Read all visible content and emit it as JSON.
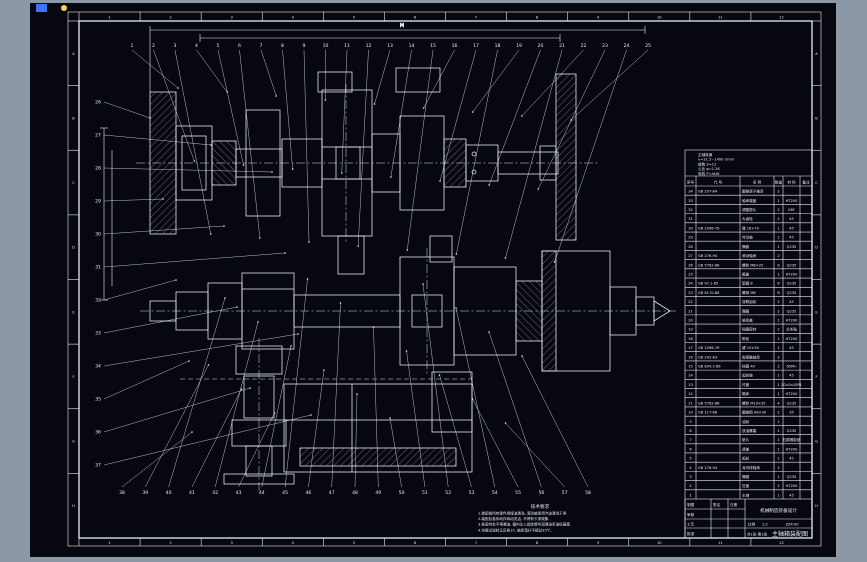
{
  "app": {
    "background_color": "#8d98a6",
    "canvas_color": "#07080f",
    "line_color": "#e8edf6"
  },
  "frame": {
    "zone_numbers": [
      "1",
      "2",
      "3",
      "4",
      "5",
      "6",
      "7",
      "8",
      "9",
      "10",
      "11",
      "12"
    ],
    "zone_letters": [
      "A",
      "B",
      "C",
      "D",
      "E",
      "F",
      "G",
      "H"
    ]
  },
  "dims": {
    "top_label": "M"
  },
  "balloons": {
    "top": [
      "1",
      "2",
      "3",
      "4",
      "5",
      "6",
      "7",
      "8",
      "9",
      "10",
      "11",
      "12",
      "13",
      "14",
      "15",
      "16",
      "17",
      "18",
      "19",
      "20",
      "21",
      "22",
      "23",
      "24",
      "25"
    ],
    "left": [
      "26",
      "27",
      "28",
      "29",
      "30",
      "31",
      "32",
      "33",
      "34",
      "35",
      "36",
      "37"
    ],
    "bottom": [
      "38",
      "39",
      "40",
      "41",
      "42",
      "43",
      "44",
      "45",
      "46",
      "47",
      "48",
      "49",
      "50",
      "51",
      "52",
      "53",
      "54",
      "55",
      "56",
      "57",
      "58"
    ]
  },
  "notes": {
    "title": "技术要求",
    "lines": [
      "1.装配前所有零件用煤油清洗, 滚动轴承用汽油清洗干净.",
      "2.装配后各传动件转动灵活, 不得有卡滞现象.",
      "3.各密封处不得漏油, 箱内注入规定牌号润滑油至油标高度.",
      "4.空载试运转正反各1h, 轴承温升不超过35℃."
    ]
  },
  "bom": {
    "spec_lines": [
      "主轴转速",
      "n=31.5~1400 r/min",
      "级数 Z=12",
      "公比 φ=1.26",
      "电机 P=4kW"
    ],
    "header": [
      "序号",
      "代  号",
      "名  称",
      "数量",
      "材 料",
      "备注"
    ],
    "rows": [
      [
        "34",
        "GB 297-84",
        "圆锥滚子轴承",
        "2",
        "",
        ""
      ],
      [
        "33",
        "",
        "轴承端盖",
        "1",
        "HT200",
        ""
      ],
      [
        "32",
        "",
        "调整垫片",
        "2",
        "08F",
        ""
      ],
      [
        "31",
        "",
        "大齿轮",
        "1",
        "45",
        ""
      ],
      [
        "30",
        "GB 1096-79",
        "键 16×70",
        "1",
        "45",
        ""
      ],
      [
        "29",
        "",
        "传动轴",
        "1",
        "45",
        ""
      ],
      [
        "28",
        "",
        "隔套",
        "1",
        "Q235",
        ""
      ],
      [
        "27",
        "GB 276-94",
        "滚动轴承",
        "2",
        "",
        ""
      ],
      [
        "26",
        "GB 5782-86",
        "螺栓 M8×25",
        "6",
        "Q235",
        ""
      ],
      [
        "25",
        "",
        "箱盖",
        "1",
        "HT200",
        ""
      ],
      [
        "24",
        "GB 97.1-85",
        "垫圈 8",
        "6",
        "Q235",
        ""
      ],
      [
        "23",
        "GB 6170-86",
        "螺母 M8",
        "6",
        "Q235",
        ""
      ],
      [
        "22",
        "",
        "双联齿轮",
        "1",
        "45",
        ""
      ],
      [
        "21",
        "",
        "隔圈",
        "2",
        "Q235",
        ""
      ],
      [
        "20",
        "",
        "轴承盖",
        "1",
        "HT200",
        ""
      ],
      [
        "19",
        "",
        "毡圈密封",
        "2",
        "羊毛毡",
        ""
      ],
      [
        "18",
        "",
        "带轮",
        "1",
        "HT200",
        ""
      ],
      [
        "17",
        "GB 1096-79",
        "键 10×50",
        "1",
        "45",
        ""
      ],
      [
        "16",
        "GB 292-83",
        "角接触轴承",
        "2",
        "",
        ""
      ],
      [
        "15",
        "GB 894.1-86",
        "挡圈 40",
        "2",
        "65Mn",
        ""
      ],
      [
        "14",
        "",
        "齿轮轴",
        "1",
        "45",
        ""
      ],
      [
        "13",
        "",
        "衬套",
        "1",
        "ZCuSn10P1",
        ""
      ],
      [
        "12",
        "",
        "箱体",
        "1",
        "HT200",
        ""
      ],
      [
        "11",
        "GB 5782-86",
        "螺栓 M10×35",
        "4",
        "Q235",
        ""
      ],
      [
        "10",
        "GB 117-86",
        "圆锥销 A8×30",
        "2",
        "35",
        ""
      ],
      [
        "9",
        "",
        "油标",
        "1",
        "",
        ""
      ],
      [
        "8",
        "",
        "放油螺塞",
        "1",
        "Q235",
        ""
      ],
      [
        "7",
        "",
        "垫片",
        "1",
        "石棉橡胶纸",
        ""
      ],
      [
        "6",
        "",
        "透盖",
        "1",
        "HT200",
        ""
      ],
      [
        "5",
        "",
        "齿轮",
        "1",
        "45",
        ""
      ],
      [
        "4",
        "GB 276-94",
        "深沟球轴承",
        "2",
        "",
        ""
      ],
      [
        "3",
        "",
        "隔圈",
        "1",
        "Q235",
        ""
      ],
      [
        "2",
        "",
        "压盖",
        "1",
        "HT200",
        ""
      ],
      [
        "1",
        "",
        "主轴",
        "1",
        "45",
        ""
      ]
    ]
  },
  "title_block": {
    "drawn_label": "制图",
    "checked_label": "审核",
    "process_label": "工艺",
    "approve_label": "批准",
    "sig_label": "签名",
    "date_label": "日期",
    "scale_label": "比例",
    "scale": "1:2",
    "sheet_label": "共1张 第1张",
    "company": "机械制造装备设计",
    "drawing_no": "ZZX-00",
    "title": "主轴箱装配图"
  }
}
